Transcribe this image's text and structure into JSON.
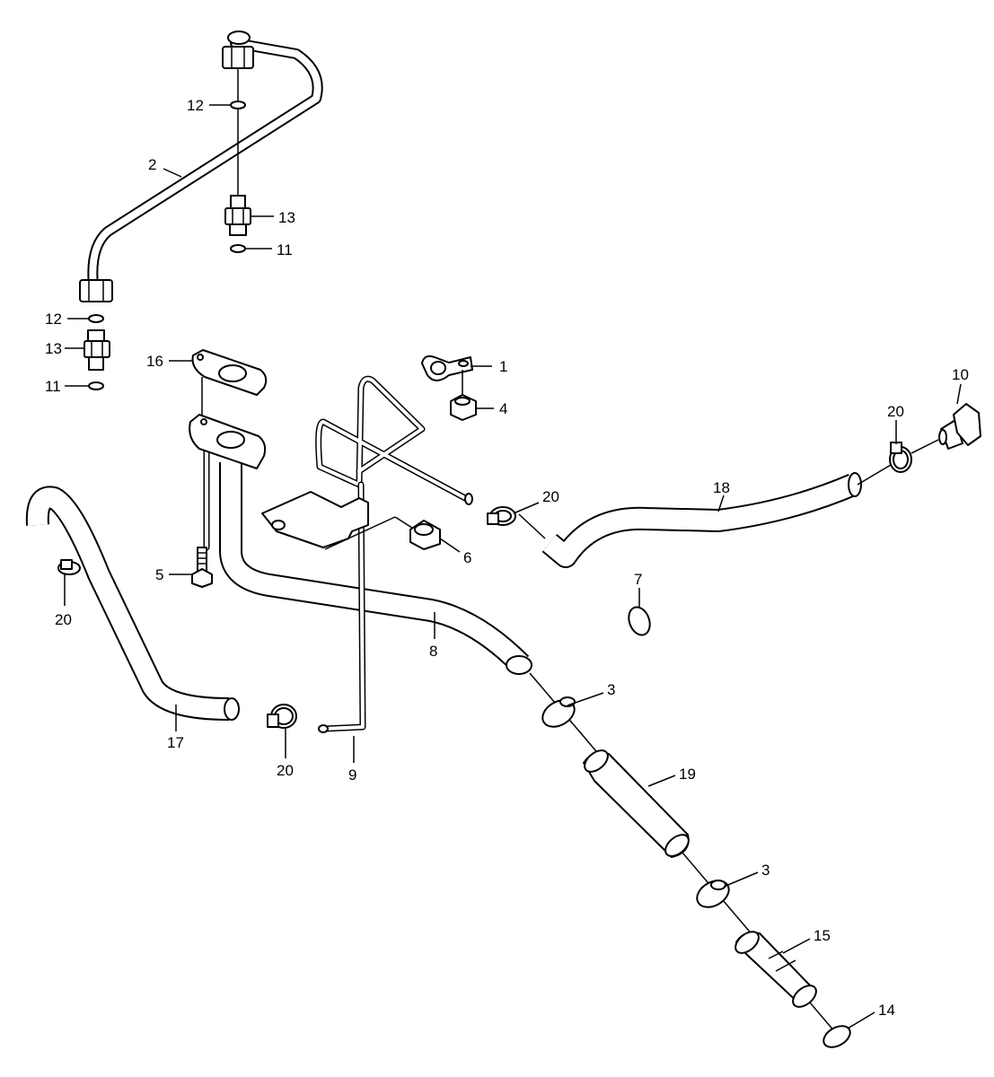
{
  "callouts": [
    {
      "id": "c1",
      "text": "1"
    },
    {
      "id": "c2",
      "text": "2"
    },
    {
      "id": "c3a",
      "text": "3"
    },
    {
      "id": "c3b",
      "text": "3"
    },
    {
      "id": "c4",
      "text": "4"
    },
    {
      "id": "c5",
      "text": "5"
    },
    {
      "id": "c6",
      "text": "6"
    },
    {
      "id": "c7",
      "text": "7"
    },
    {
      "id": "c8",
      "text": "8"
    },
    {
      "id": "c9",
      "text": "9"
    },
    {
      "id": "c10",
      "text": "10"
    },
    {
      "id": "c11a",
      "text": "11"
    },
    {
      "id": "c11b",
      "text": "11"
    },
    {
      "id": "c12a",
      "text": "12"
    },
    {
      "id": "c12b",
      "text": "12"
    },
    {
      "id": "c13a",
      "text": "13"
    },
    {
      "id": "c13b",
      "text": "13"
    },
    {
      "id": "c14",
      "text": "14"
    },
    {
      "id": "c15",
      "text": "15"
    },
    {
      "id": "c16",
      "text": "16"
    },
    {
      "id": "c17",
      "text": "17"
    },
    {
      "id": "c18",
      "text": "18"
    },
    {
      "id": "c19",
      "text": "19"
    },
    {
      "id": "c20a",
      "text": "20"
    },
    {
      "id": "c20b",
      "text": "20"
    },
    {
      "id": "c20c",
      "text": "20"
    },
    {
      "id": "c20d",
      "text": "20"
    }
  ]
}
